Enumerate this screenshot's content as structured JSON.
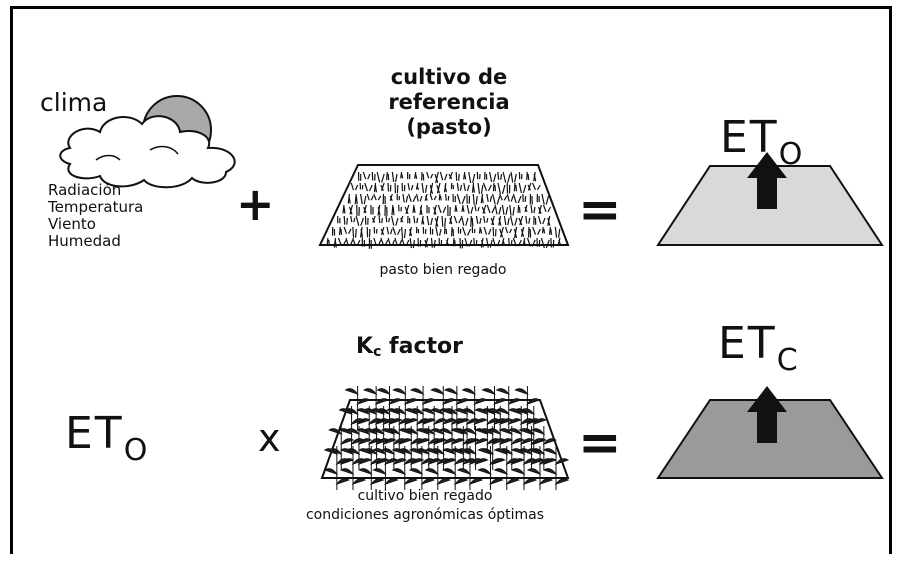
{
  "row1": {
    "clima_label": "clima",
    "clima_items": [
      "Radiación",
      "Temperatura",
      "Viento",
      "Humedad"
    ],
    "plus": "+",
    "reference_title": [
      "cultivo de",
      "referencia",
      "(pasto)"
    ],
    "reference_caption": "pasto bien regado",
    "equals": "=",
    "result_main": "ET",
    "result_sub": "O"
  },
  "row2": {
    "left_main": "ET",
    "left_sub": "O",
    "times": "x",
    "factor_main": "K",
    "factor_sub": "c",
    "factor_rest": " factor",
    "crop_caption": [
      "cultivo bien regado",
      "condiciones agronómicas óptimas"
    ],
    "equals": "=",
    "result_main": "ET",
    "result_sub": "C"
  },
  "colors": {
    "sun": "#a9a9a9",
    "et0_trapezoid": "#d9d9d9",
    "etc_trapezoid": "#9a9a9a",
    "arrow": "#111111"
  }
}
